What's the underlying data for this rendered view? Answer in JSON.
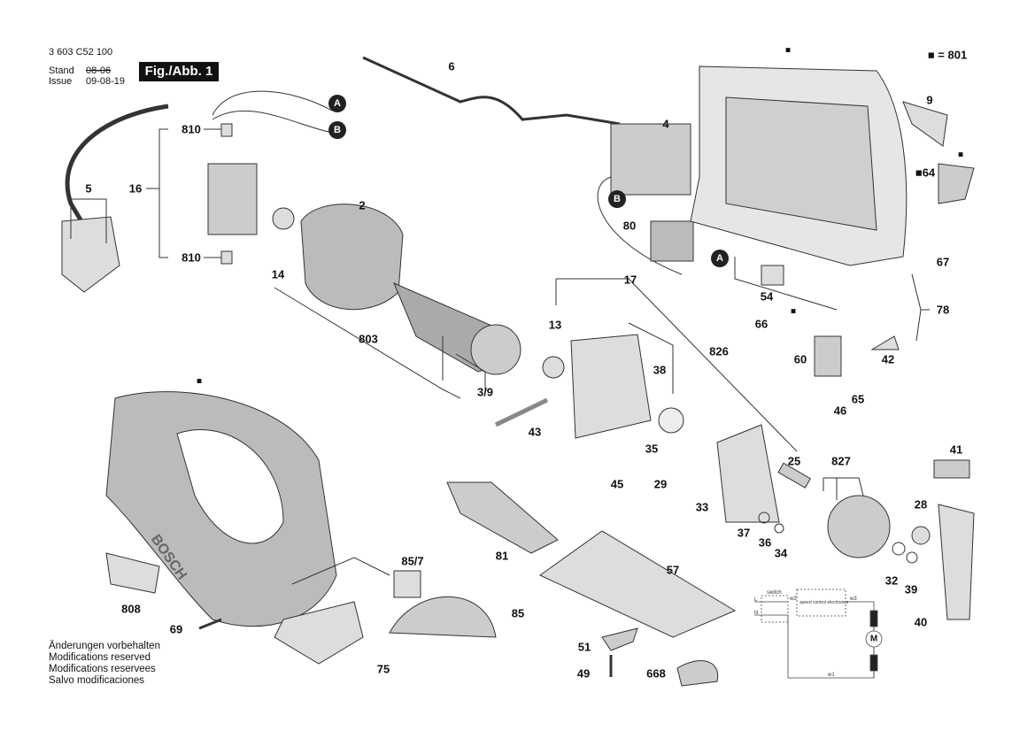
{
  "header": {
    "part_number": "3 603 C52 100",
    "stand_label": "Stand",
    "issue_label": "Issue",
    "old_date": "08-06",
    "new_date": "09-08-19",
    "figure": "Fig./Abb. 1",
    "legend": "■ = 801"
  },
  "marker": "■",
  "connectors": [
    "A",
    "B"
  ],
  "labels": {
    "p6": "6",
    "p9": "9",
    "p4": "4",
    "p810a": "810",
    "p810b": "810",
    "p16": "16",
    "p5": "5",
    "p2": "2",
    "p14": "14",
    "p80": "80",
    "p17": "17",
    "p64": "■64",
    "p67": "67",
    "p78": "78",
    "p54": "54",
    "p66": "66",
    "p13": "13",
    "p803": "803",
    "p826": "826",
    "p38": "38",
    "p39b": "3/9",
    "p60": "60",
    "p42": "42",
    "p46": "46",
    "p65": "65",
    "p43": "43",
    "p35": "35",
    "p29": "29",
    "p45": "45",
    "p25": "25",
    "p827": "827",
    "p41": "41",
    "p28": "28",
    "p33": "33",
    "p37": "37",
    "p36": "36",
    "p34": "34",
    "p32": "32",
    "p39": "39",
    "p40": "40",
    "p81": "81",
    "p57": "57",
    "p857": "85/7",
    "p85": "85",
    "p808": "808",
    "p69": "69",
    "p75": "75",
    "p51": "51",
    "p49": "49",
    "p668": "668"
  },
  "circuit": {
    "switch": "switch",
    "electronics": "speed control electronics",
    "motor": "M",
    "line": "L",
    "neutral": "N",
    "w1": "w1",
    "w2": "w2",
    "w3": "w3"
  },
  "brand": "BOSCH",
  "notes": [
    "Änderungen vorbehalten",
    "Modifications reserved",
    "Modifications reservees",
    "Salvo modificaciones"
  ]
}
